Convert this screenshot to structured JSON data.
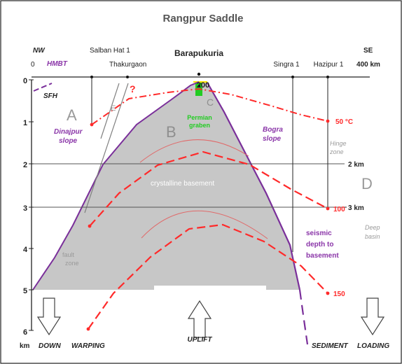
{
  "title": "Rangpur Saddle",
  "colors": {
    "frame": "#222222",
    "basement_fill": "#c7c7c7",
    "basement_edge": "#7a2f9a",
    "isotherm": "#ff2a2a",
    "grid": "#555555",
    "purple_text": "#8a35a8",
    "gray_text": "#9a9a9a",
    "graben_fill": "#22cc22",
    "graben_text": "#22cc22",
    "white_text": "#ffffff",
    "fault": "#808080"
  },
  "directions": {
    "nw": "NW",
    "se": "SE"
  },
  "distance_axis": {
    "ticks": [
      "0",
      "200",
      "400 km"
    ]
  },
  "depth_axis": {
    "ticks": [
      "0",
      "1",
      "2",
      "3",
      "4",
      "5",
      "6"
    ],
    "unit": "km"
  },
  "wells": [
    "Salban Hat 1",
    "Thakurgaon",
    "Barapukuria",
    "Singra 1",
    "Hazipur 1"
  ],
  "labels": {
    "hmbt": "HMBT",
    "sfh": "SFH",
    "zone_a": "A",
    "zone_b": "B",
    "zone_c": "C",
    "zone_d": "D",
    "zone_e": "E",
    "question": "?",
    "dinajpur_1": "Dinajpur",
    "dinajpur_2": "slope",
    "bogra_1": "Bogra",
    "bogra_2": "slope",
    "permian_1": "Permian",
    "permian_2": "graben",
    "hinge_1": "Hinge",
    "hinge_2": "zone",
    "crystalline": "crystalline basement",
    "fault_1": "fault",
    "fault_2": "zone",
    "seismic_1": "seismic",
    "seismic_2": "depth to",
    "seismic_3": "basement",
    "deep_1": "Deep",
    "deep_2": "basin",
    "depth_2km": "2 km",
    "depth_3km": "3 km",
    "temp_50": "50 °C",
    "temp_100": "100",
    "temp_150": "150",
    "down": "DOWN",
    "warping": "WARPING",
    "uplift": "UPLIFT",
    "sediment": "SEDIMENT",
    "loading": "LOADING"
  }
}
